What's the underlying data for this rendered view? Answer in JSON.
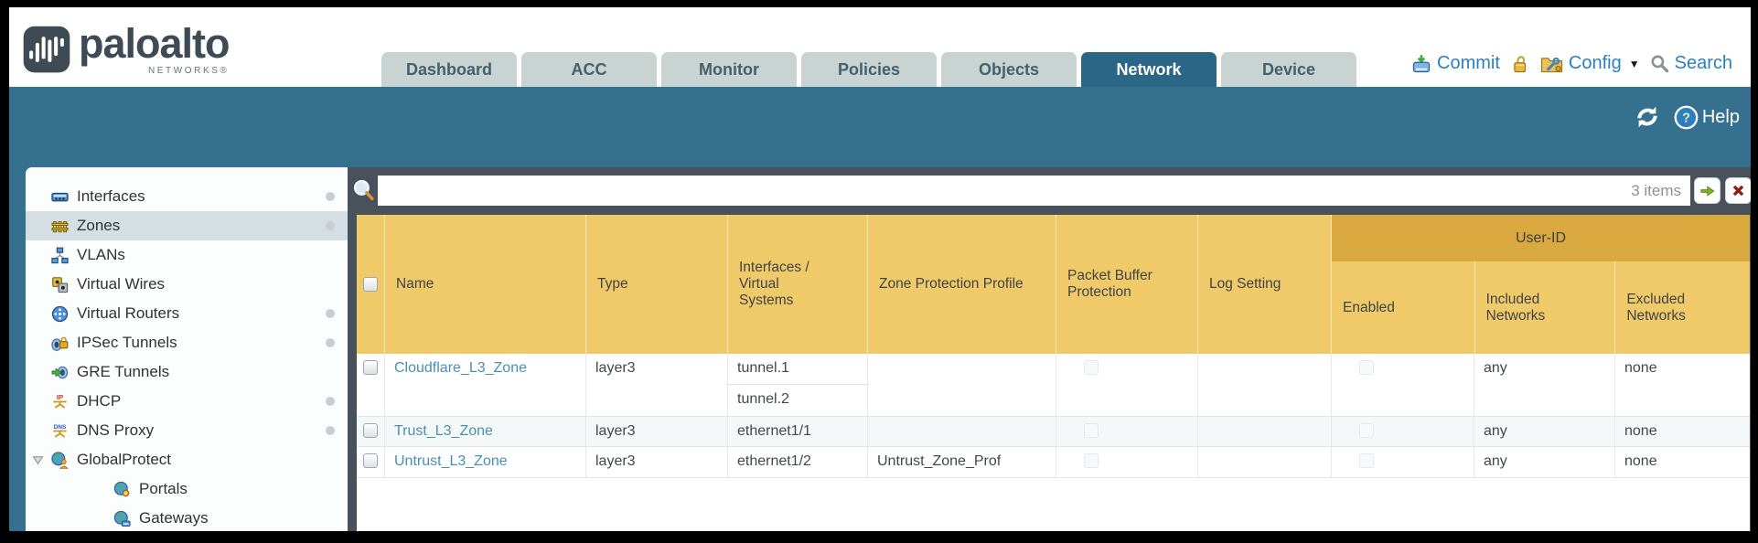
{
  "brand": {
    "name": "paloalto",
    "sub": "NETWORKS®"
  },
  "tabs": [
    {
      "label": "Dashboard"
    },
    {
      "label": "ACC"
    },
    {
      "label": "Monitor"
    },
    {
      "label": "Policies"
    },
    {
      "label": "Objects"
    },
    {
      "label": "Network"
    },
    {
      "label": "Device"
    }
  ],
  "header_actions": {
    "commit": "Commit",
    "config": "Config",
    "search": "Search"
  },
  "banner": {
    "help": "Help"
  },
  "sidebar": {
    "items": [
      {
        "label": "Interfaces"
      },
      {
        "label": "Zones"
      },
      {
        "label": "VLANs"
      },
      {
        "label": "Virtual Wires"
      },
      {
        "label": "Virtual Routers"
      },
      {
        "label": "IPSec Tunnels"
      },
      {
        "label": "GRE Tunnels"
      },
      {
        "label": "DHCP"
      },
      {
        "label": "DNS Proxy"
      },
      {
        "label": "GlobalProtect"
      },
      {
        "label": "Portals"
      },
      {
        "label": "Gateways"
      }
    ]
  },
  "toolbar": {
    "count": "3 items"
  },
  "table": {
    "group_header": "User-ID",
    "columns": [
      "Name",
      "Type",
      "Interfaces / Virtual Systems",
      "Zone Protection Profile",
      "Packet Buffer Protection",
      "Log Setting",
      "Enabled",
      "Included Networks",
      "Excluded Networks"
    ],
    "rows": [
      {
        "name": "Cloudflare_L3_Zone",
        "type": "layer3",
        "interfaces": [
          "tunnel.1",
          "tunnel.2"
        ],
        "zone_protection_profile": "",
        "log_setting": "",
        "included_networks": "any",
        "excluded_networks": "none"
      },
      {
        "name": "Trust_L3_Zone",
        "type": "layer3",
        "interfaces": [
          "ethernet1/1"
        ],
        "zone_protection_profile": "",
        "log_setting": "",
        "included_networks": "any",
        "excluded_networks": "none"
      },
      {
        "name": "Untrust_L3_Zone",
        "type": "layer3",
        "interfaces": [
          "ethernet1/2"
        ],
        "zone_protection_profile": "Untrust_Zone_Prof",
        "log_setting": "",
        "included_networks": "any",
        "excluded_networks": "none"
      }
    ]
  },
  "colors": {
    "accent_teal": "#35708E",
    "header_gold": "#F0C968",
    "group_gold": "#D9A83E",
    "link_blue": "#4A8FB0",
    "action_blue": "#2B7FC0",
    "panel_slate": "#49525A"
  }
}
